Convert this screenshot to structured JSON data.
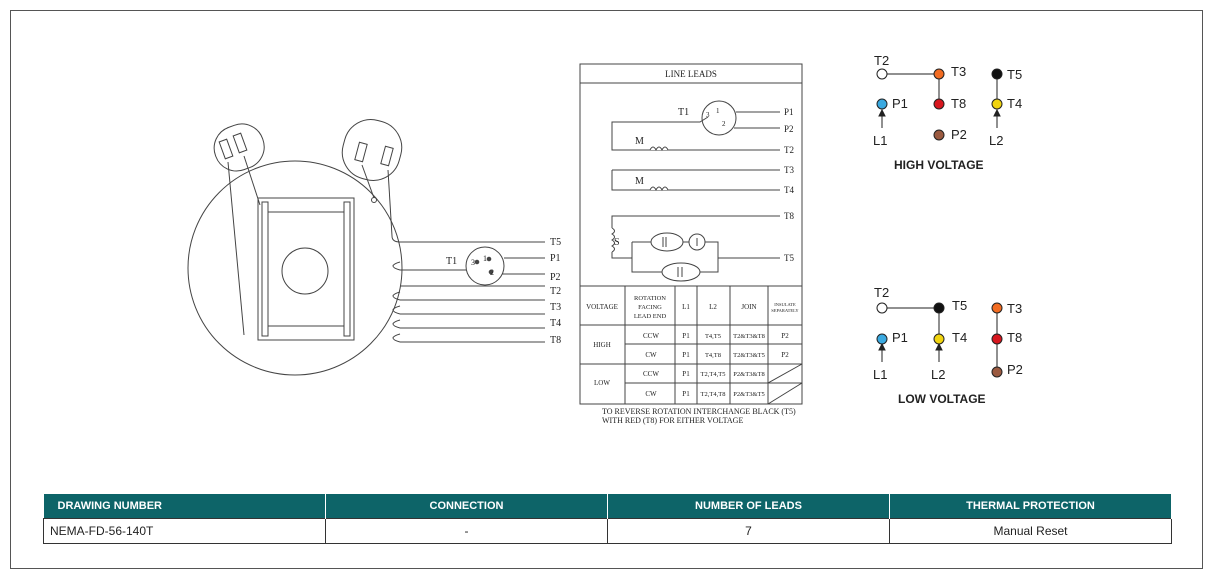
{
  "motor_diagram": {
    "leads": [
      "T5",
      "P1",
      "P2",
      "T2",
      "T3",
      "T4",
      "T8"
    ],
    "switch_label": "T1",
    "switch_numbers": [
      "3",
      "1",
      "2"
    ]
  },
  "line_leads": {
    "title": "LINE LEADS",
    "switch_label": "T1",
    "switch_numbers": [
      "3",
      "1",
      "2"
    ],
    "leads": [
      "P1",
      "P2",
      "T2",
      "T3",
      "T4",
      "T8",
      "T5"
    ],
    "winding_main_1": "M",
    "winding_main_2": "M",
    "winding_start": "S"
  },
  "connection_table": {
    "headers": {
      "voltage": "VOLTAGE",
      "rotation": [
        "ROTATION",
        "FACING",
        "LEAD END"
      ],
      "l1": "L1",
      "l2": "L2",
      "join": "JOIN",
      "insulate": [
        "INSULATE",
        "SEPARATELY"
      ]
    },
    "rows": [
      {
        "voltage": "HIGH",
        "rotation": "CCW",
        "l1": "P1",
        "l2": "T4,T5",
        "join": "T2&T3&T8",
        "insulate": "P2"
      },
      {
        "voltage": "",
        "rotation": "CW",
        "l1": "P1",
        "l2": "T4,T8",
        "join": "T2&T3&T5",
        "insulate": "P2"
      },
      {
        "voltage": "LOW",
        "rotation": "CCW",
        "l1": "P1",
        "l2": "T2,T4,T5",
        "join": "P2&T3&T8",
        "insulate": ""
      },
      {
        "voltage": "",
        "rotation": "CW",
        "l1": "P1",
        "l2": "T2,T4,T8",
        "join": "P2&T3&T5",
        "insulate": ""
      }
    ],
    "note_line1": "TO REVERSE ROTATION INTERCHANGE BLACK (T5)",
    "note_line2": "WITH RED (T8) FOR EITHER VOLTAGE"
  },
  "high_voltage": {
    "title": "HIGH VOLTAGE",
    "t2": "T2",
    "t3": "T3",
    "t5": "T5",
    "t8": "T8",
    "t4": "T4",
    "p1": "P1",
    "p2": "P2",
    "l1": "L1",
    "l2": "L2"
  },
  "low_voltage": {
    "title": "LOW VOLTAGE",
    "t2": "T2",
    "t5": "T5",
    "t3": "T3",
    "t4": "T4",
    "t8": "T8",
    "p1": "P1",
    "p2": "P2",
    "l1": "L1",
    "l2": "L2"
  },
  "colors": {
    "white": "#ffffff",
    "orange": "#f26c22",
    "black": "#111111",
    "blue": "#3aa9e0",
    "red": "#d7161e",
    "yellow": "#f1d40f",
    "brown": "#9b5a40",
    "header_teal": "#0d6468"
  },
  "info_table": {
    "headers": [
      "DRAWING NUMBER",
      "CONNECTION",
      "NUMBER OF LEADS",
      "THERMAL PROTECTION"
    ],
    "values": [
      "NEMA-FD-56-140T",
      "-",
      "7",
      "Manual Reset"
    ]
  }
}
